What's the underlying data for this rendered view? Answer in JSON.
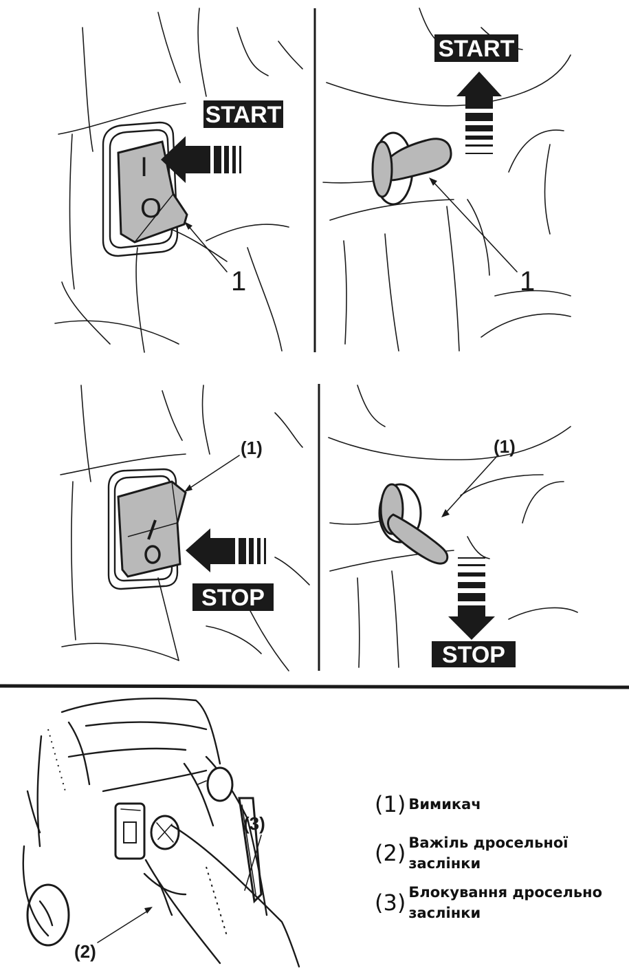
{
  "labels": {
    "start": "START",
    "stop": "STOP",
    "callout_plain": "1",
    "callout_paren_1": "(1)",
    "callout_paren_2": "(2)",
    "callout_paren_3": "(3)",
    "switch_on_symbol": "I",
    "switch_off_symbol": "O"
  },
  "legend": [
    {
      "num": "(1)",
      "lines": [
        "Вимикач"
      ]
    },
    {
      "num": "(2)",
      "lines": [
        "Важіль дросельної",
        "заслінки"
      ]
    },
    {
      "num": "(3)",
      "lines": [
        "Блокування дросельно",
        "заслінки"
      ]
    }
  ],
  "colors": {
    "ink": "#1a1a1a",
    "switch_fill": "#b9b9b9",
    "background": "#ffffff"
  }
}
